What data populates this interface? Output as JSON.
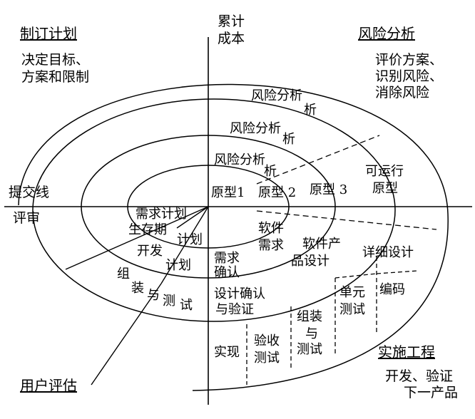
{
  "axes": {
    "top": [
      "累计",
      "成本"
    ],
    "left_upper": "提交线",
    "left_lower": "评审"
  },
  "quadrants": {
    "top_left": {
      "title": "制订计划",
      "lines": [
        "决定目标、",
        "方案和限制"
      ]
    },
    "top_right": {
      "title": "风险分析",
      "lines": [
        "评价方案、",
        "识别风险、",
        "消除风险"
      ]
    },
    "bottom_right": {
      "title": "实施工程",
      "lines": [
        "开发、验证",
        "下一产品"
      ]
    },
    "bottom_left": {
      "title": "用户评估"
    }
  },
  "risk_analysis": [
    "风险分析",
    "风险分析",
    "风险分析"
  ],
  "risk_analysis_tail": "析",
  "prototypes": [
    "原型1",
    "原型 2",
    "原型 3"
  ],
  "runnable_prototype": [
    "可运行",
    "原型"
  ],
  "plans": {
    "requirements_plan": "需求计划",
    "lifecycle_part1": "生存期",
    "lifecycle_part2": "计划",
    "dev_part1": "开发",
    "dev_part2": "计划",
    "assembly": [
      "组",
      "装",
      "与",
      "测",
      "试"
    ]
  },
  "engineering": {
    "software_requirements": [
      "软件",
      "需求"
    ],
    "product_design": [
      "软件产",
      "品设计"
    ],
    "detailed_design": "详细设计",
    "requirements_confirm": [
      "需求",
      "确认"
    ],
    "design_verify": [
      "设计确认",
      "与验证"
    ],
    "unit_test": [
      "单元",
      "测试"
    ],
    "coding": "编码",
    "integration_test": [
      "组装",
      "与",
      "测试"
    ],
    "acceptance_test": [
      "验收",
      "测试"
    ],
    "implementation": "实现"
  }
}
